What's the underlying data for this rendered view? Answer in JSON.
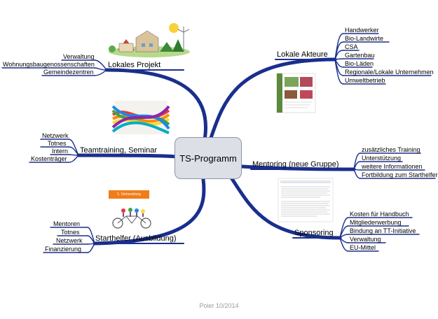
{
  "central": "TS-Programm",
  "branches": {
    "lokales_projekt": {
      "title": "Lokales Projekt",
      "items": [
        "Verwaltung",
        "Wohnungsbaugenossenschaften",
        "Gemeindezentren"
      ]
    },
    "teamtraining": {
      "title": "Teamtraining, Seminar",
      "items": [
        "Netzwerk",
        "Totnes",
        "Intern",
        "Kostenträger"
      ]
    },
    "starthelfer": {
      "title": "Starthelfer (Ausbildung)",
      "items": [
        "Mentoren",
        "Totnes",
        "Netzwerk",
        "Finanzierung"
      ]
    },
    "lokale_akteure": {
      "title": "Lokale Akteure",
      "items": [
        "Handwerker",
        "Bio-Landwirte",
        "CSA",
        "Gartenbau",
        "Bio-Läden",
        "Regionale/Lokale Unternehmen",
        "Umweltbetrieb"
      ]
    },
    "mentoring": {
      "title": "Mentoring (neue Gruppe)",
      "items": [
        "zusätzliches Training",
        "Unterstützung",
        "weitere Informationen",
        "Fortbildung zum Starthelfer"
      ]
    },
    "sponsoring": {
      "title": "Sponsoring",
      "items": [
        "Kosten für Handbuch",
        "Mitgliederwerbung",
        "Bindung an TT-Initiative",
        "Verwaltung",
        "EU-Mittel"
      ]
    }
  },
  "book_label": "1. Vorbereitung",
  "footer": "Poier 10/2014",
  "colors": {
    "branch": "#1a2f8c",
    "center_fill": "#dcdfe6",
    "book_orange": "#f07d1a"
  }
}
